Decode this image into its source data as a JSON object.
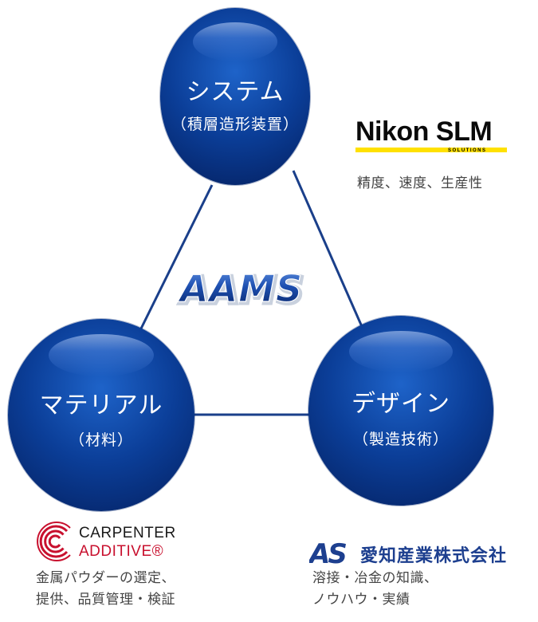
{
  "nodes": {
    "system": {
      "title": "システム",
      "subtitle": "（積層造形装置）"
    },
    "material": {
      "title": "マテリアル",
      "subtitle": "（材料）"
    },
    "design": {
      "title": "デザイン",
      "subtitle": "（製造技術）"
    }
  },
  "center_label": "AAMS",
  "partners": {
    "nikon": {
      "logo_text": "Nikon SLM",
      "logo_subtext": "SOLUTIONS",
      "description": "精度、速度、生産性"
    },
    "carpenter": {
      "logo_line1": "CARPENTER",
      "logo_line2": "ADDITIVE®",
      "description_lines": [
        "金属パウダーの選定、",
        "提供、品質管理・検証"
      ]
    },
    "aichi": {
      "logo_mark": "AS",
      "logo_text": "愛知産業株式会社",
      "description_lines": [
        "溶接・冶金の知識、",
        "ノウハウ・実績"
      ]
    }
  },
  "colors": {
    "circle_blue": "#0b3e98",
    "line_blue": "#1a3f8a",
    "nikon_yellow": "#ffe100",
    "carpenter_red": "#c8102e",
    "aichi_blue": "#1d3f8f"
  }
}
